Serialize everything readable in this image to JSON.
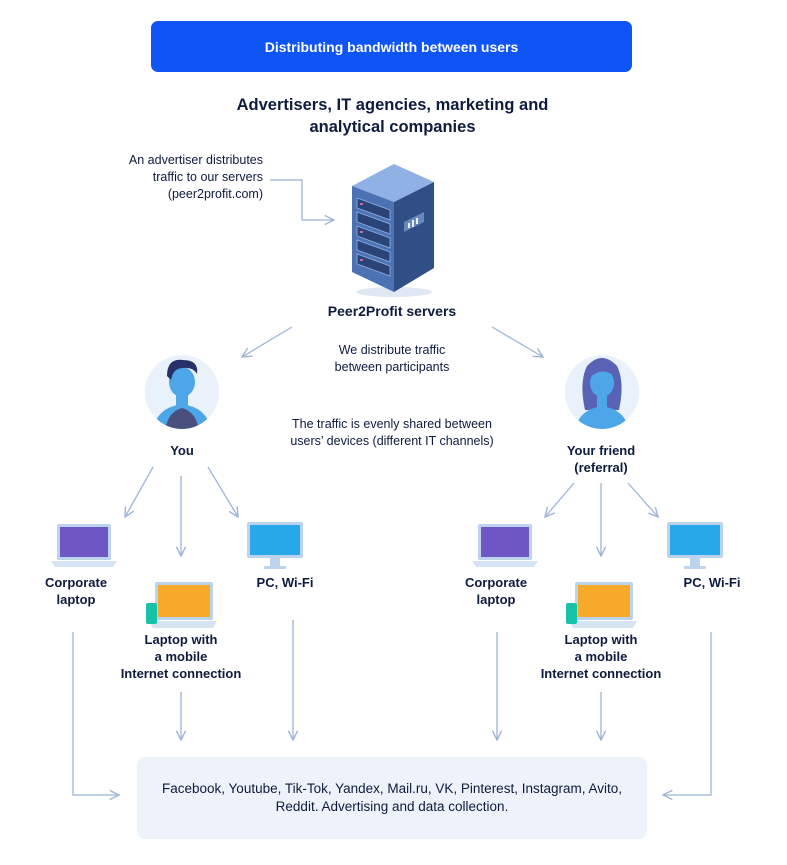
{
  "header": {
    "title": "Distributing bandwidth between users"
  },
  "subtitle": "Advertisers, IT agencies, marketing and analytical companies",
  "notes": {
    "advertiser": [
      "An advertiser distributes",
      "traffic to our servers",
      "(peer2profit.com)"
    ],
    "distribute": [
      "We distribute traffic",
      "between participants"
    ],
    "shared": [
      "The traffic is evenly shared between",
      "users’ devices (different IT channels)"
    ]
  },
  "servers": {
    "label": "Peer2Profit servers",
    "icon": "server-rack-icon"
  },
  "users": {
    "you": {
      "label": "You",
      "icon": "male-avatar-icon"
    },
    "friend": {
      "label_line1": "Your friend",
      "label_line2": "(referral)",
      "icon": "female-avatar-icon"
    }
  },
  "devices": {
    "corporate_laptop": [
      "Corporate",
      "laptop"
    ],
    "mobile_laptop": [
      "Laptop with",
      "a mobile",
      "Internet connection"
    ],
    "pc_wifi": "PC, Wi-Fi"
  },
  "target": "Facebook, Youtube, Tik-Tok, Yandex, Mail.ru, VK, Pinterest, Instagram, Avito, Reddit. Advertising and data collection.",
  "colors": {
    "primary": "#0f55f5",
    "text": "#0d1b3e",
    "arrow": "#9db5d6",
    "screen_purple": "#6e57c4",
    "screen_orange": "#f7a929",
    "screen_blue": "#28a8e8",
    "avatar_bg": "#e9f1fb",
    "server_blue": "#3c5f9d",
    "box_bg": "#eef3fb"
  }
}
